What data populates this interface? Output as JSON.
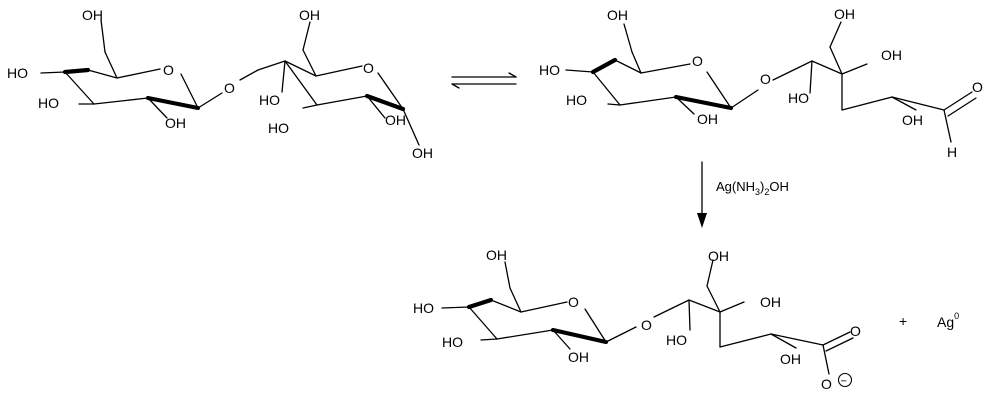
{
  "labels": {
    "oh": "OH",
    "ho": "HO",
    "ring_o": "O",
    "link_o": "O",
    "carbonyl_o": "O",
    "aldehyde_h": "H"
  },
  "reagent": {
    "prefix": "Ag(NH",
    "sub": "3",
    "close": ")",
    "sub2": "2",
    "suffix": "OH"
  },
  "products": {
    "plus": "+",
    "silver": "Ag",
    "silver_charge": "0",
    "minus_sign": "−"
  }
}
